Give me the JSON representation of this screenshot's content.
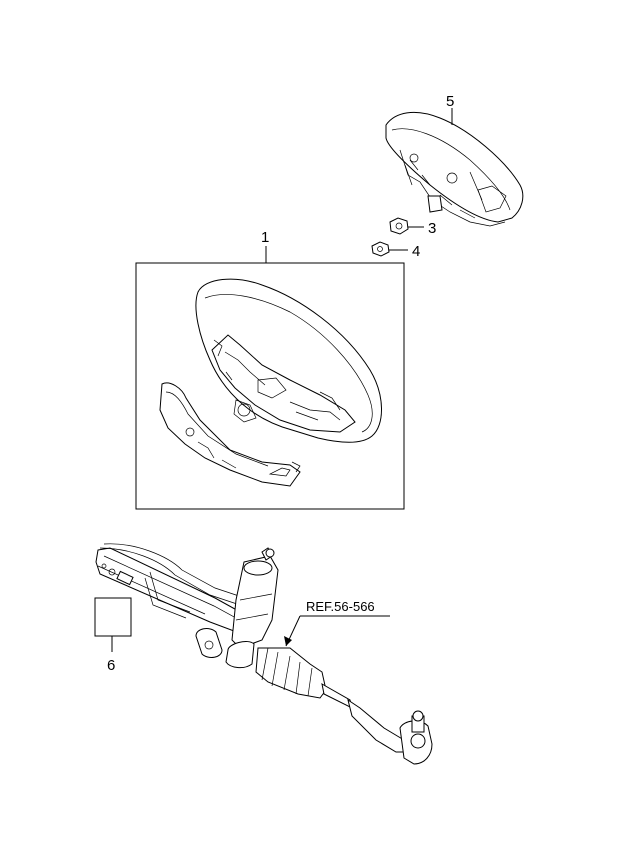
{
  "callouts": {
    "c1": "1",
    "c3": "3",
    "c4": "4",
    "c5": "5",
    "c6": "6"
  },
  "reference": {
    "label": "REF.56-566"
  }
}
